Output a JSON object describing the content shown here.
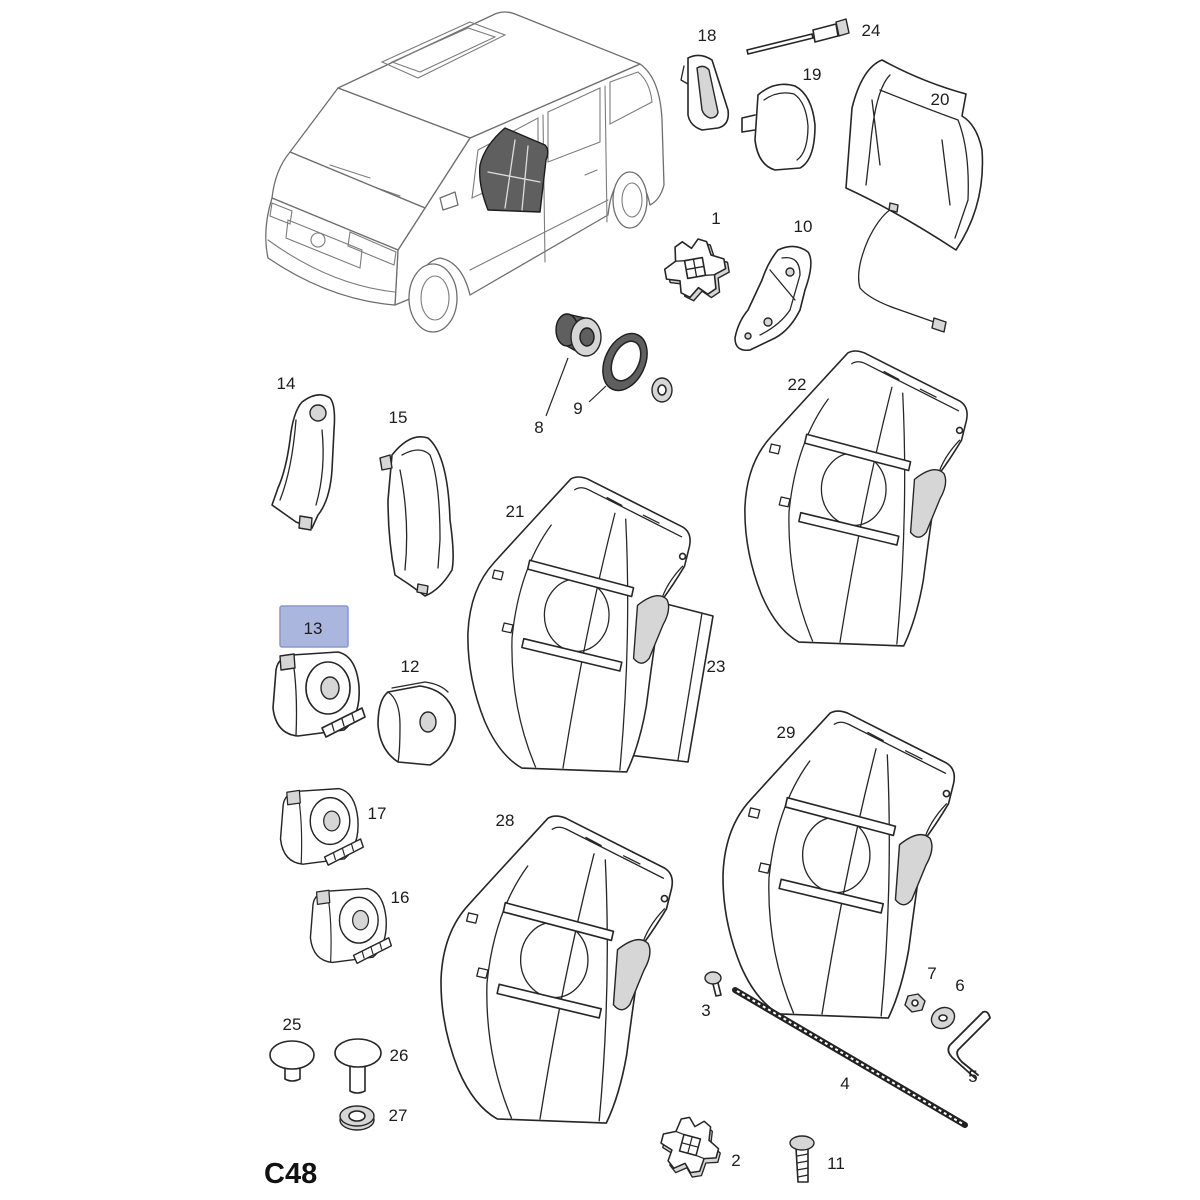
{
  "diagram": {
    "code": "C48"
  },
  "labels": {
    "p1": "1",
    "p2": "2",
    "p3": "3",
    "p4": "4",
    "p5": "5",
    "p6": "6",
    "p7": "7",
    "p8": "8",
    "p9": "9",
    "p10": "10",
    "p11": "11",
    "p12": "12",
    "p13": "13",
    "p14": "14",
    "p15": "15",
    "p16": "16",
    "p17": "17",
    "p18": "18",
    "p19": "19",
    "p20": "20",
    "p21": "21",
    "p22": "22",
    "p23": "23",
    "p24": "24",
    "p25": "25",
    "p26": "26",
    "p27": "27",
    "p28": "28",
    "p29": "29"
  },
  "colors": {
    "highlight_fill": "#aab6de",
    "highlight_stroke": "#8a98cc"
  }
}
